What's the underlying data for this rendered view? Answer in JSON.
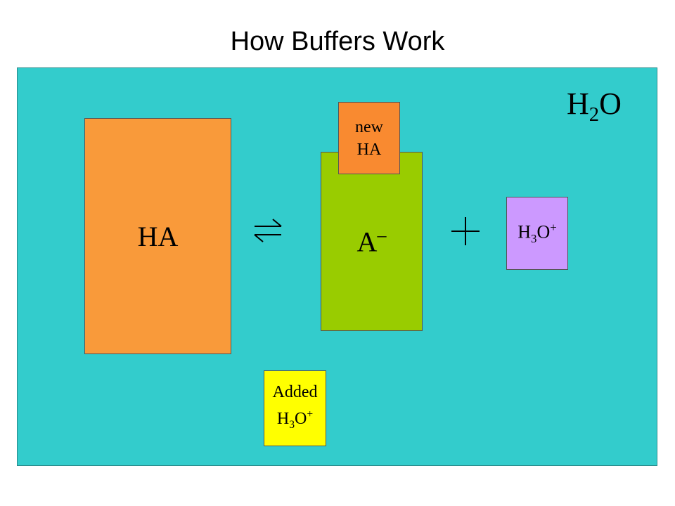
{
  "title": "How Buffers Work",
  "water_label": {
    "base": "H",
    "sub": "2",
    "tail": "O"
  },
  "ha_box": {
    "label": "HA"
  },
  "a_minus_box": {
    "base": "A",
    "sup": "–"
  },
  "new_ha_box": {
    "line1": "new",
    "line2": "HA"
  },
  "h3o_box": {
    "h": "H",
    "sub": "3",
    "o": "O",
    "sup": "+"
  },
  "added_box": {
    "line1": "Added",
    "h": "H",
    "sub": "3",
    "o": "O",
    "sup": "+"
  },
  "colors": {
    "water": "#33cccc",
    "ha": "#f99a3a",
    "a_minus": "#99cc00",
    "new_ha": "#f98a30",
    "h3o": "#cc99ff",
    "added_h3o": "#ffff00"
  },
  "symbols": {
    "equilibrium": "equilibrium-arrows-icon",
    "plus": "plus-icon"
  }
}
